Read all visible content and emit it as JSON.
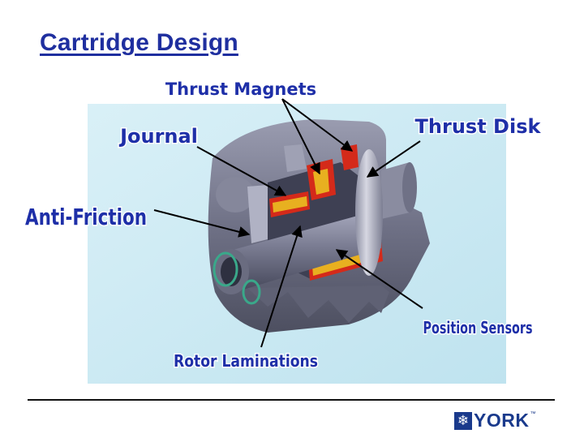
{
  "slide": {
    "title": "Cartridge Design"
  },
  "labels": {
    "thrust_magnets": "Thrust Magnets",
    "journal": "Journal",
    "thrust_disk": "Thrust Disk",
    "anti_friction": "Anti-Friction",
    "position_sensors": "Position Sensors",
    "rotor_laminations": "Rotor Laminations"
  },
  "logo": {
    "text": "YORK",
    "mark": "❄",
    "trademark": "™"
  },
  "colors": {
    "title": "#1f2f9f",
    "label": "#1e2fa8",
    "panel": "#cdeaf4",
    "housing": "#7d7f94",
    "magnet": "#d42a1a",
    "coil": "#e8b020",
    "logo": "#1a3a8c"
  }
}
